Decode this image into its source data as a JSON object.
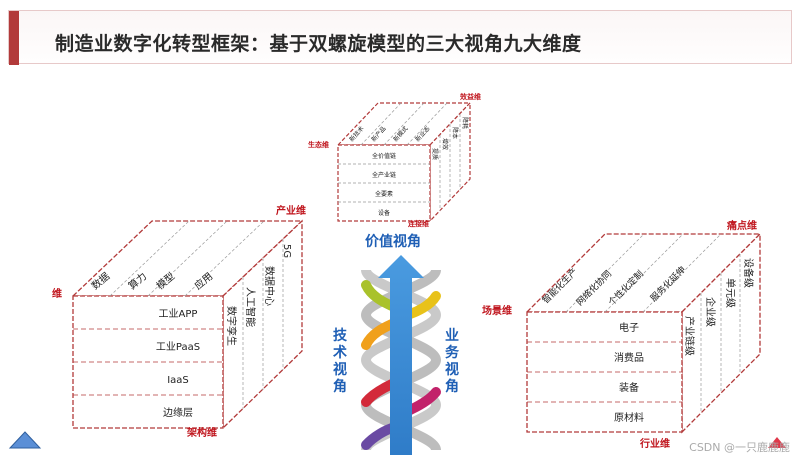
{
  "title": "制造业数字化转型框架：基于双螺旋模型的三大视角九大维度",
  "top_cube": {
    "dims": {
      "eff": "效益维",
      "eco": "生态维",
      "link": "连接维"
    },
    "top_labels": [
      "新技术",
      "新产品",
      "新模式",
      "新业态"
    ],
    "right_labels": [
      "提质",
      "增效",
      "降本",
      "降耗"
    ],
    "front_rows": [
      "全价值链",
      "全产业链",
      "全要素",
      "设备"
    ]
  },
  "left_cube": {
    "dims": {
      "industry": "产业维",
      "left": "维",
      "arch": "架构维"
    },
    "top_labels": [
      "数据",
      "算力",
      "模型",
      "应用"
    ],
    "side_labels": [
      "数字孪生",
      "人工智能",
      "数据中心",
      "5G"
    ],
    "front_rows": [
      "工业APP",
      "工业PaaS",
      "IaaS",
      "边缘层"
    ]
  },
  "right_cube": {
    "dims": {
      "pain": "痛点维",
      "scene": "场景维",
      "industry": "行业维"
    },
    "top_labels": [
      "智能化生产",
      "网络化协同",
      "个性化定制",
      "服务化延伸"
    ],
    "side_labels": [
      "产业链级",
      "企业级",
      "单元级",
      "设备级"
    ],
    "front_rows": [
      "电子",
      "消费品",
      "装备",
      "原材料"
    ]
  },
  "center": {
    "value": "价值视角",
    "tech": [
      "技",
      "术",
      "视",
      "角"
    ],
    "biz": [
      "业",
      "务",
      "视",
      "角"
    ]
  },
  "watermark": "CSDN @一只鹿鹿鹿"
}
